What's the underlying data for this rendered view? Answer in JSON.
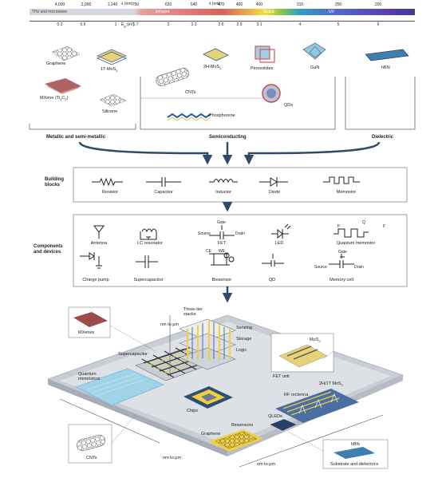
{
  "spectrum": {
    "left_label": "THz and microwave",
    "bands": [
      "Infrared",
      "Visible",
      "UV"
    ],
    "lambda_symbol": "λ (nm)",
    "lambda_symbol2": "λ (nm)",
    "lambda_ticks": [
      "4,000",
      "2,000",
      "1,240",
      "750",
      "620",
      "540",
      "470",
      "450",
      "400",
      "310",
      "250",
      "200"
    ],
    "energy_symbol": "E",
    "energy_sub": "g",
    "energy_unit": "(eV)",
    "energy_ticks": [
      "0.3",
      "0.6",
      "1",
      "1.7",
      "2",
      "2.3",
      "2.6",
      "2.9",
      "3.1",
      "4",
      "5",
      "6"
    ]
  },
  "materials": {
    "graphene": "Graphene",
    "tmos2": "1T-MoS",
    "tmos2_sub": "2",
    "mxene": "MXene (Ti",
    "mxene_sub": "3",
    "mxene_c": "C",
    "mxene_sub2": "2",
    "mxene_end": ")",
    "silicene": "Silicene",
    "cnts": "CNTs",
    "h2mos2": "2H-MoS",
    "h2mos2_sub": "2",
    "perovskites": "Perovskites",
    "qds": "QDs",
    "phosphorene": "Phosphorene",
    "gan": "GaN",
    "hbn": "hBN"
  },
  "categories": {
    "metallic": "Metallic and semi-metallic",
    "semi": "Semiconducting",
    "dielectric": "Dielectric"
  },
  "building_blocks": {
    "heading": "Building blocks",
    "items": [
      "Resistor",
      "Capacitor",
      "Inductor",
      "Diode",
      "Memristor"
    ]
  },
  "components": {
    "heading": "Components and devices",
    "row1": [
      "Antenna",
      "LC resonator",
      "FET",
      "LED",
      "Quantum memristor"
    ],
    "row2": [
      "Charge pump",
      "Supercapacitor",
      "Biosensor",
      "QD",
      "Memory cell"
    ],
    "fet_labels": {
      "gate": "Gate",
      "source": "Source",
      "drain": "Drain"
    },
    "memcell_labels": {
      "gate": "Gate",
      "source": "Source",
      "drain": "Drain"
    },
    "biosensor_labels": {
      "ce": "CE",
      "we": "WE"
    },
    "qm_labels": {
      "p1": "p",
      "p2": "p",
      "q": "Q"
    }
  },
  "chip": {
    "three_tier": "Three-tier stacks",
    "nm_um_vertical": "nm to μm",
    "sensing": "Sensing",
    "storage": "Storage",
    "logic": "Logic",
    "mxenes": "MXenes",
    "supercapacitor": "Supercapacitor",
    "quantum_memristors": "Quantum memristors",
    "mos2": "MoS",
    "mos2_sub": "2",
    "fet_unit": "FET unit",
    "rf_rectenna": "RF rectenna",
    "h2_1t": "2H/1T MoS",
    "h2_1t_sub": "2",
    "chips": "Chips",
    "qleds": "QLEDs",
    "graphene": "Graphene",
    "biosensors": "Biosensors",
    "cnts": "CNTs",
    "hbn": "hBN",
    "substrate": "Substrate and dielectrics",
    "nm_um_1": "nm to μm",
    "nm_um_2": "nm to μm"
  },
  "colors": {
    "arrow": "#2f4a6b",
    "box_border": "#888888",
    "yellow": "#f2cf3c",
    "blue_sub": "#9fd3e8",
    "red_mxene": "#9c4a4a"
  }
}
